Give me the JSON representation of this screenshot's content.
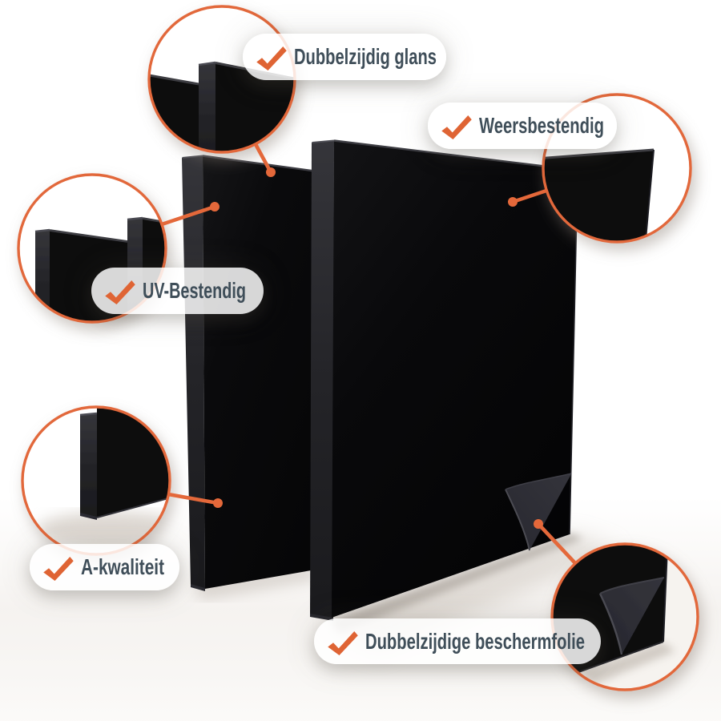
{
  "image_type": "product-feature-infographic",
  "product": "black acrylic sheet panels (two 3D panels with magnifier callouts)",
  "colors": {
    "accent_ring": "#e2673a",
    "accent_line": "#e4683a",
    "checkmark": "#df6434",
    "label_text": "#3f4e59",
    "panel_black": "#09090b",
    "background": "#ffffff"
  },
  "labels": {
    "gloss": {
      "text": "Dubbelzijdig glans"
    },
    "weather": {
      "text": "Weersbestendig"
    },
    "uv": {
      "text": "UV-Bestendig"
    },
    "quality": {
      "text": "A-kwaliteit"
    },
    "film": {
      "text": "Dubbelzijdige beschermfolie"
    }
  }
}
